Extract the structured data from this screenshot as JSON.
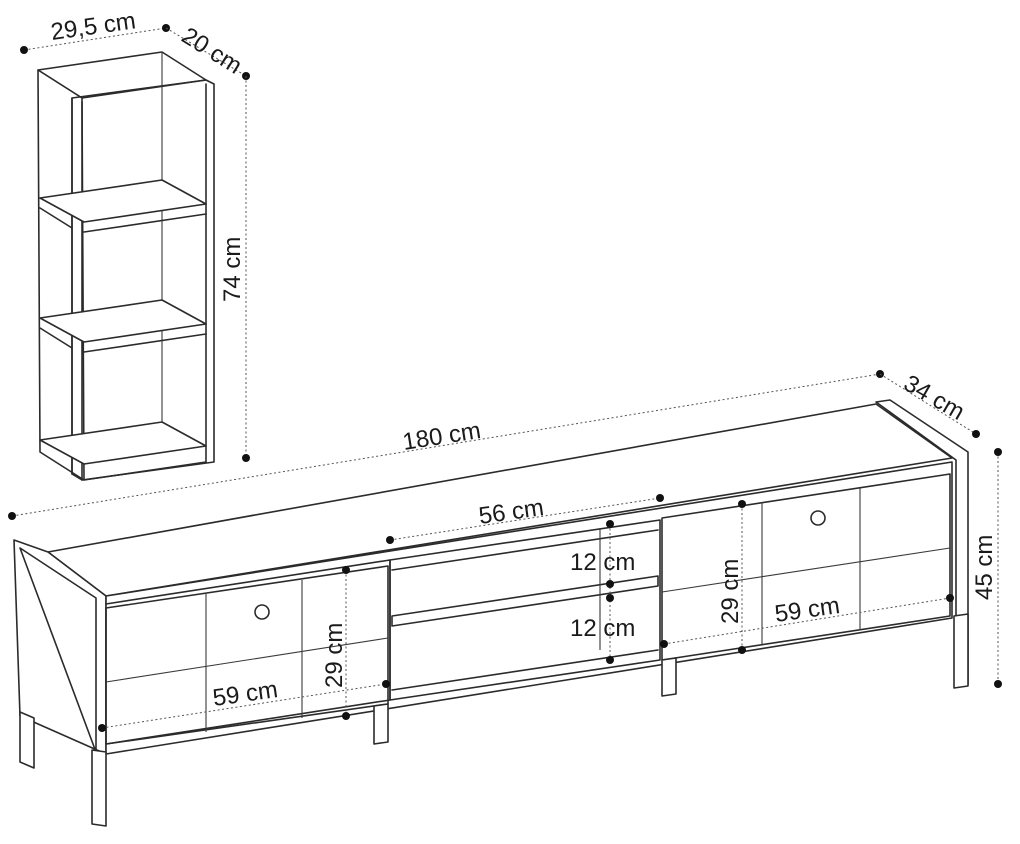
{
  "labels": {
    "shelf_width": "29,5 cm",
    "shelf_depth": "20 cm",
    "shelf_height": "74 cm",
    "tv_length": "180 cm",
    "tv_depth": "34 cm",
    "tv_height": "45 cm",
    "center_width": "56 cm",
    "upper_compartment_height": "12 cm",
    "lower_compartment_height": "12 cm",
    "left_drawer_height": "29 cm",
    "left_drawer_width": "59 cm",
    "right_drawer_height": "29 cm",
    "right_drawer_width": "59 cm"
  },
  "colors": {
    "line": "#2b2b2b",
    "dot": "#111111"
  }
}
